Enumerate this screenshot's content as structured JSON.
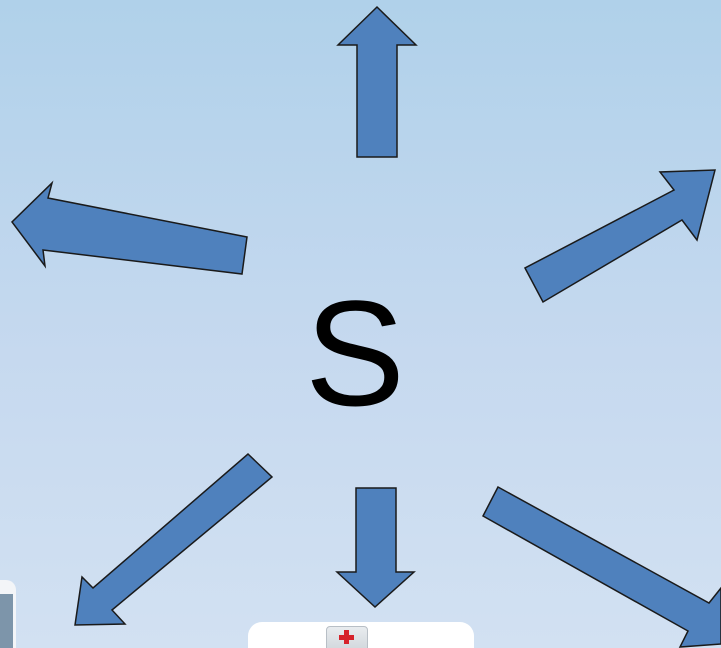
{
  "slide": {
    "center_letter": "S"
  },
  "colors": {
    "arrow_fill": "#4f81bd",
    "arrow_stroke": "#1a1a1a",
    "background_top": "#b0d1ea",
    "background_bottom": "#d2e1f2"
  },
  "arrows": [
    {
      "name": "arrow-up",
      "direction": "up"
    },
    {
      "name": "arrow-up-left",
      "direction": "left"
    },
    {
      "name": "arrow-up-right",
      "direction": "up-right"
    },
    {
      "name": "arrow-down-left",
      "direction": "down-left"
    },
    {
      "name": "arrow-down",
      "direction": "down"
    },
    {
      "name": "arrow-down-right",
      "direction": "down-right"
    }
  ],
  "icons": {
    "first_aid": "first-aid-kit-icon"
  }
}
